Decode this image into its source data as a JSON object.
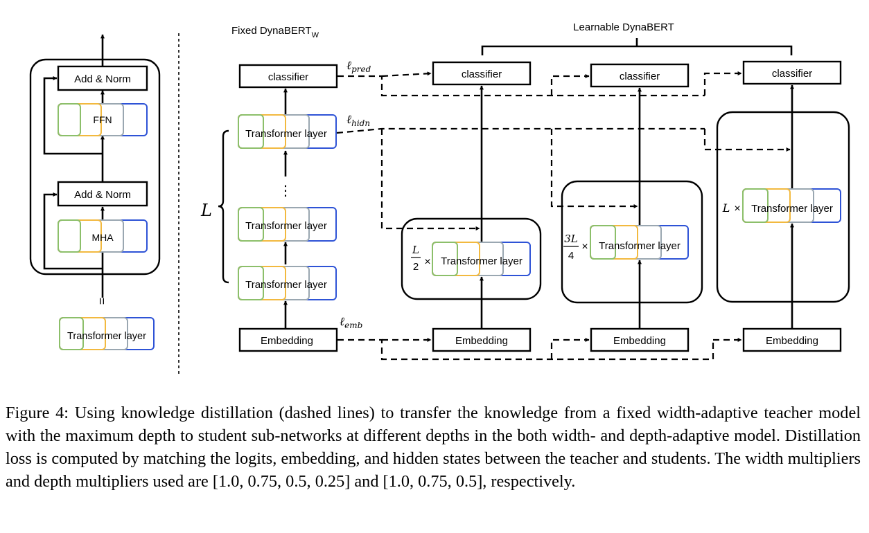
{
  "left_panel": {
    "add_norm_top": "Add & Norm",
    "ffn": "FFN",
    "add_norm_bottom": "Add & Norm",
    "mha": "MHA",
    "equals": "=",
    "transformer_layer": "Transformer layer"
  },
  "teacher": {
    "title_prefix": "Fixed  DynaBERT",
    "title_sub": "W",
    "classifier": "classifier",
    "transformer_layer": "Transformer layer",
    "ellipsis": "⋮",
    "depth_label": "L",
    "embedding": "Embedding"
  },
  "losses": {
    "pred": "ℓ",
    "pred_sub": "pred",
    "hidn": "ℓ",
    "hidn_sub": "hidn",
    "emb": "ℓ",
    "emb_sub": "emb"
  },
  "students": {
    "title": "Learnable DynaBERT",
    "classifier": "classifier",
    "embedding": "Embedding",
    "transformer_layer": "Transformer layer",
    "mult_half_num": "L",
    "mult_half_den": "2",
    "mult_3q_num": "3L",
    "mult_3q_den": "4",
    "mult_full": "L",
    "times": "×"
  },
  "colors": {
    "width_green": "#8cbf6a",
    "width_orange": "#f2b93f",
    "width_gray": "#9aa7b1",
    "width_blue": "#2e53d6"
  },
  "caption": {
    "label": "Figure 4:",
    "text": "Using knowledge distillation (dashed lines) to transfer the knowledge from a fixed width-adaptive teacher model with the maximum depth to student sub-networks at different depths in the both width- and depth-adaptive model.  Distillation loss is computed by matching the logits, embedding, and hidden states between the teacher and students.  The width multipliers and depth multipliers used are [1.0, 0.75, 0.5, 0.25] and [1.0, 0.75, 0.5], respectively."
  }
}
